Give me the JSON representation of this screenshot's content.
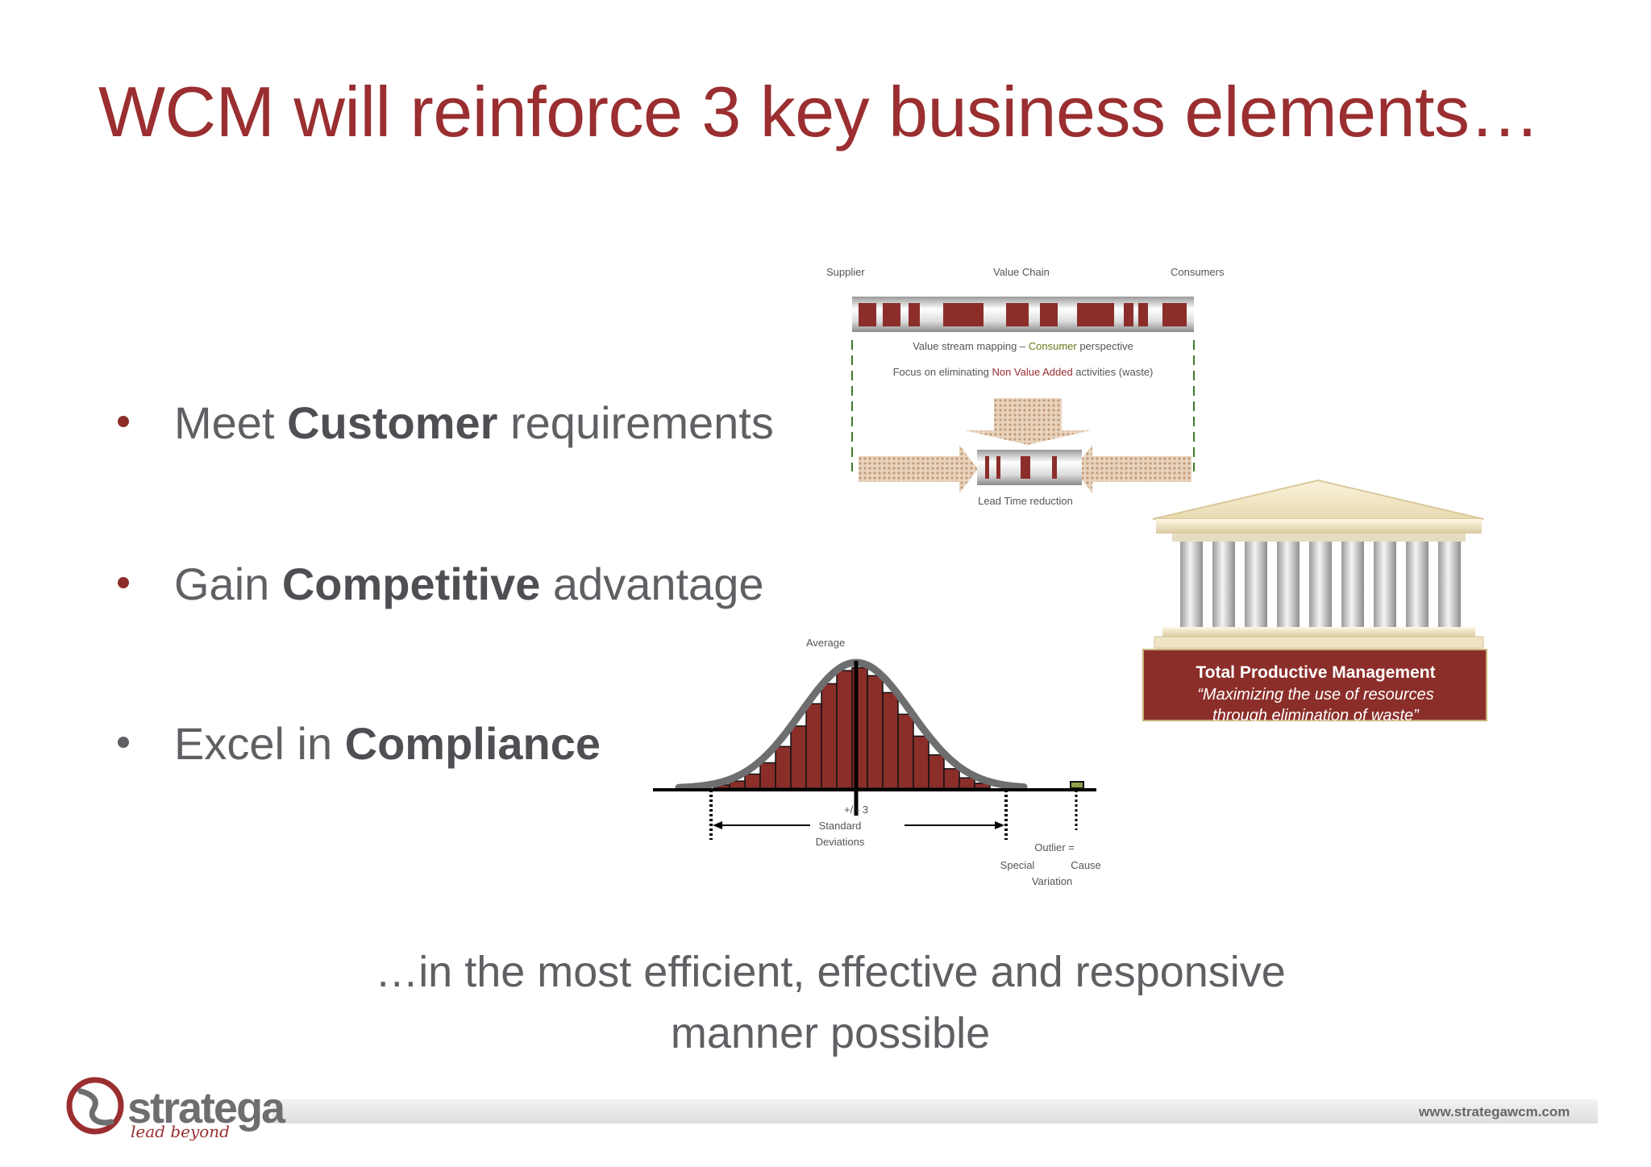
{
  "slide": {
    "title": "WCM will reinforce 3 key business elements…",
    "bullets": [
      {
        "prefix": "Meet ",
        "bold": "Customer",
        "suffix": " requirements",
        "dot_color": "#8b2e2a"
      },
      {
        "prefix": "Gain ",
        "bold": "Competitive",
        "suffix": " advantage",
        "dot_color": "#8b2e2a"
      },
      {
        "prefix": "Excel in ",
        "bold": "Compliance",
        "suffix": "",
        "dot_color": "#5f6064"
      }
    ],
    "closing": {
      "line1": "…in the most efficient, effective and responsive",
      "line2": "manner possible"
    }
  },
  "value_chain": {
    "supplier": "Supplier",
    "value_chain": "Value Chain",
    "consumers": "Consumers",
    "vsm_prefix": "Value stream mapping – ",
    "vsm_highlight": "Consumer",
    "vsm_suffix": " perspective",
    "focus_prefix": "Focus on eliminating ",
    "focus_highlight": "Non Value Added",
    "focus_suffix": " activities (waste)",
    "lead_time": "Lead Time reduction",
    "highlight_green": "#6b7a1e",
    "highlight_red": "#9a2e30"
  },
  "distribution": {
    "average": "Average",
    "sd_line1": "+/ - 3",
    "sd_line2": "Standard",
    "sd_line3": "Deviations",
    "outlier_line1": "Outlier =",
    "outlier_line2a": "Special",
    "outlier_line2b": "Cause",
    "outlier_line3": "Variation"
  },
  "tpm": {
    "title": "Total Productive Management",
    "quote_line1": "“Maximizing the use of resources",
    "quote_line2": "through elimination of waste”",
    "panel_color": "#8b2e2a"
  },
  "footer": {
    "logo_word": "stratega",
    "logo_tagline": "lead beyond",
    "url": "www.strategawcm.com"
  },
  "colors": {
    "title": "#9a2e30",
    "bar": "#8b2e2a",
    "text": "#5f6064"
  }
}
